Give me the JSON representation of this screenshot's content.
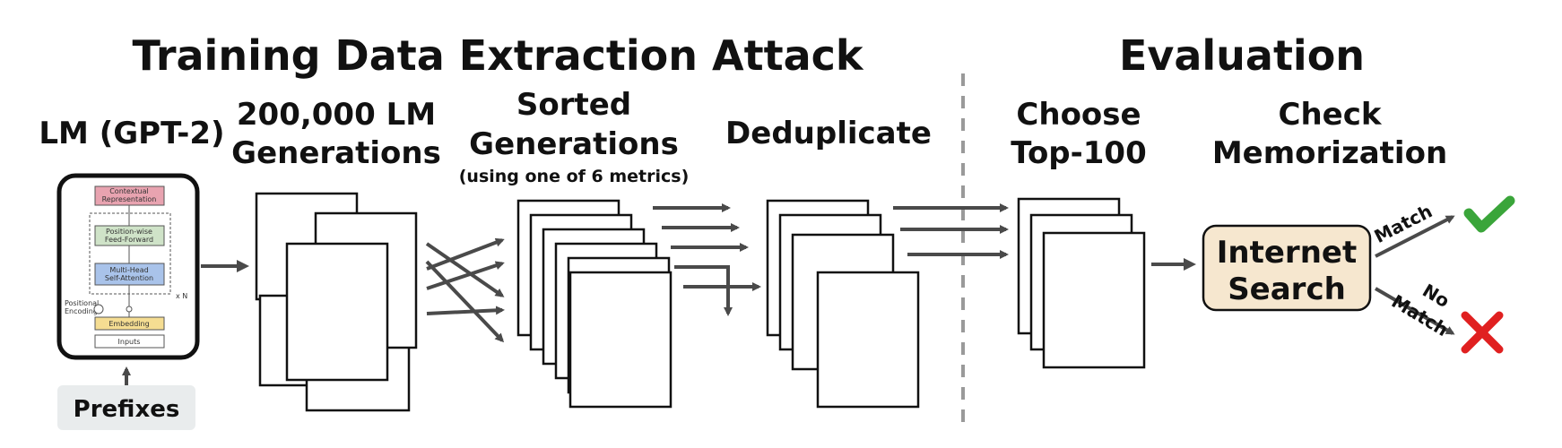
{
  "headings": {
    "attack_title": "Training Data Extraction Attack",
    "eval_title": "Evaluation"
  },
  "stages": {
    "lm": "LM (GPT-2)",
    "gen_line1": "200,000 LM",
    "gen_line2": "Generations",
    "sorted_line1": "Sorted",
    "sorted_line2": "Generations",
    "sorted_note": "(using one of 6 metrics)",
    "dedup": "Deduplicate",
    "choose_line1": "Choose",
    "choose_line2": "Top-100",
    "check_line1": "Check",
    "check_line2": "Memorization"
  },
  "transformer": {
    "contextual": "Contextual",
    "representation": "Representation",
    "ffn_line1": "Position-wise",
    "ffn_line2": "Feed-Forward",
    "attn_line1": "Multi-Head",
    "attn_line2": "Self-Attention",
    "repeat": "x N",
    "pos_line1": "Positional",
    "pos_line2": "Encoding",
    "embedding": "Embedding",
    "inputs": "Inputs"
  },
  "prefixes": "Prefixes",
  "search": {
    "line1": "Internet",
    "line2": "Search"
  },
  "outcomes": {
    "match": "Match",
    "no": "No",
    "no_match": "Match"
  },
  "colors": {
    "contextual": "#e8a3b0",
    "ffn": "#cfe3c8",
    "attn": "#a9c3ea",
    "embedding": "#f5dd92",
    "search_box": "#f6e7cf",
    "prefix_box": "#e9eced",
    "check": "#3aa53a",
    "cross": "#e02020"
  },
  "icons": {
    "match_result": "check-mark-icon",
    "no_match_result": "cross-mark-icon"
  }
}
